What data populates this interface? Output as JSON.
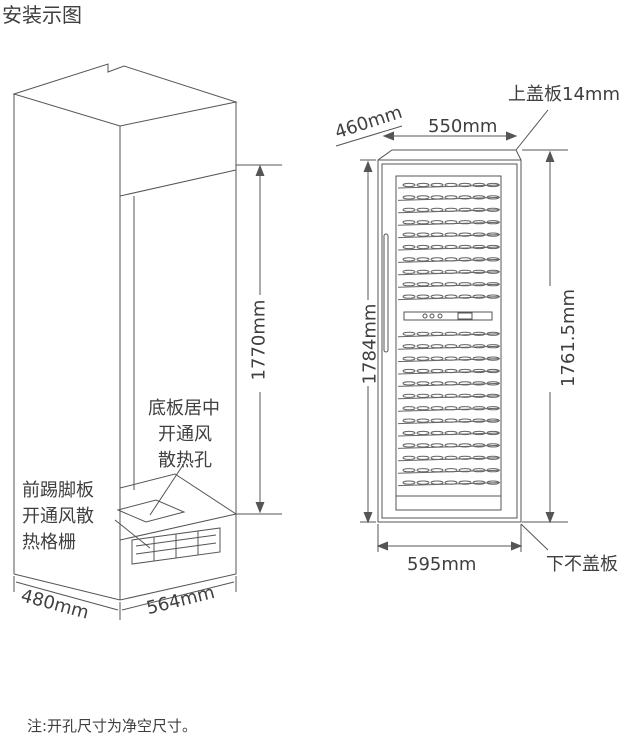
{
  "title": "安装示图",
  "left_diagram": {
    "height_label": "1770mm",
    "bottom_vent_label_lines": [
      "底板居中",
      "开通风",
      "散热孔"
    ],
    "kick_plate_label_lines": [
      "前踢脚板",
      "开通风散",
      "热格栅"
    ],
    "depth_label": "480mm",
    "width_label": "564mm"
  },
  "right_diagram": {
    "top_depth_label": "460mm",
    "top_width_label": "550mm",
    "top_cover_label": "上盖板14mm",
    "overall_height_label": "1784mm",
    "inner_height_label": "1761.5mm",
    "bottom_width_label": "595mm",
    "bottom_cover_label": "下不盖板"
  },
  "note": "注:开孔尺寸为净空尺寸。"
}
